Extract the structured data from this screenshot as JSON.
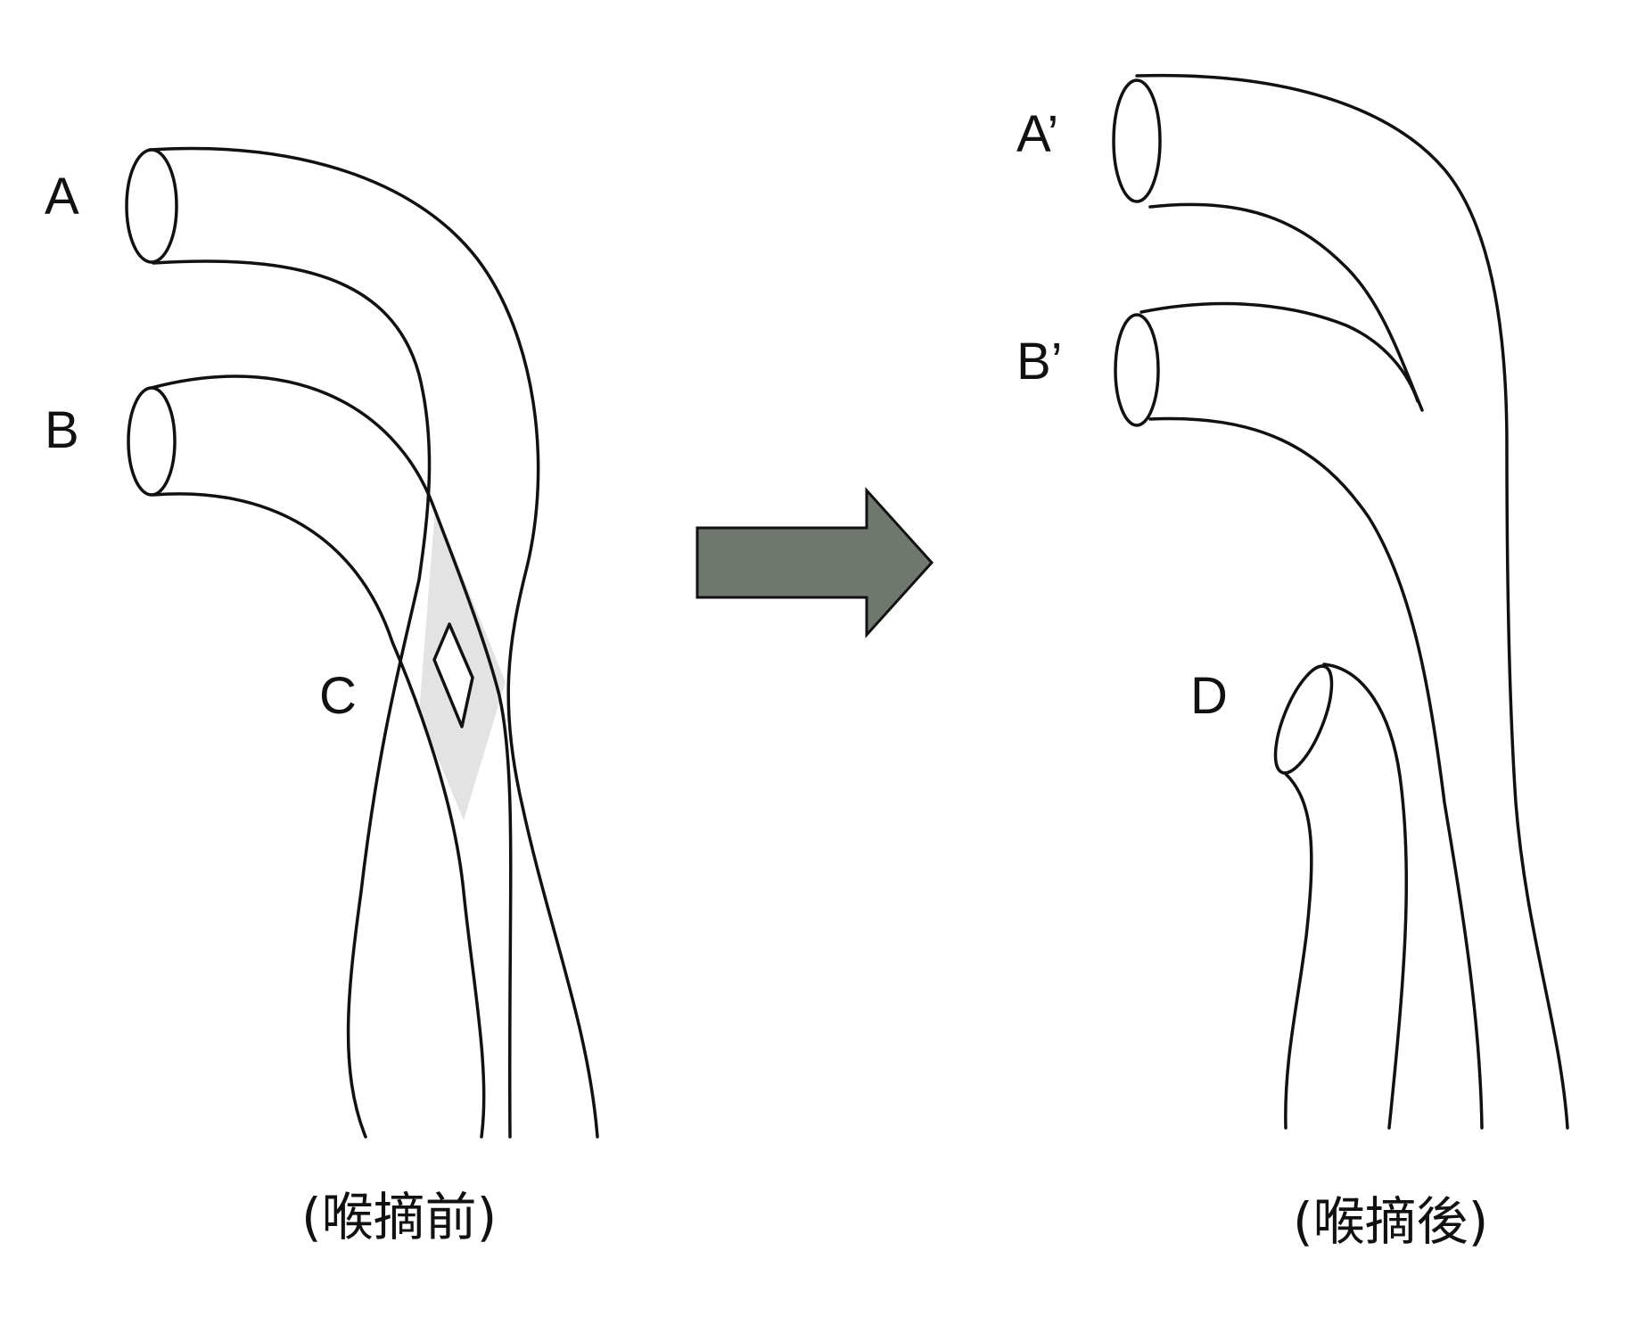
{
  "labels": {
    "a": "A",
    "b": "B",
    "c": "C",
    "a_prime": "A’",
    "b_prime": "B’",
    "d": "D"
  },
  "captions": {
    "before": "(喉摘前)",
    "after": "(喉摘後)"
  },
  "colors": {
    "line": "#111111",
    "crossing_fill": "#e3e3e3",
    "arrow_fill": "#6f776f",
    "background": "#ffffff"
  },
  "icons": {
    "transition": "right-arrow-icon"
  }
}
